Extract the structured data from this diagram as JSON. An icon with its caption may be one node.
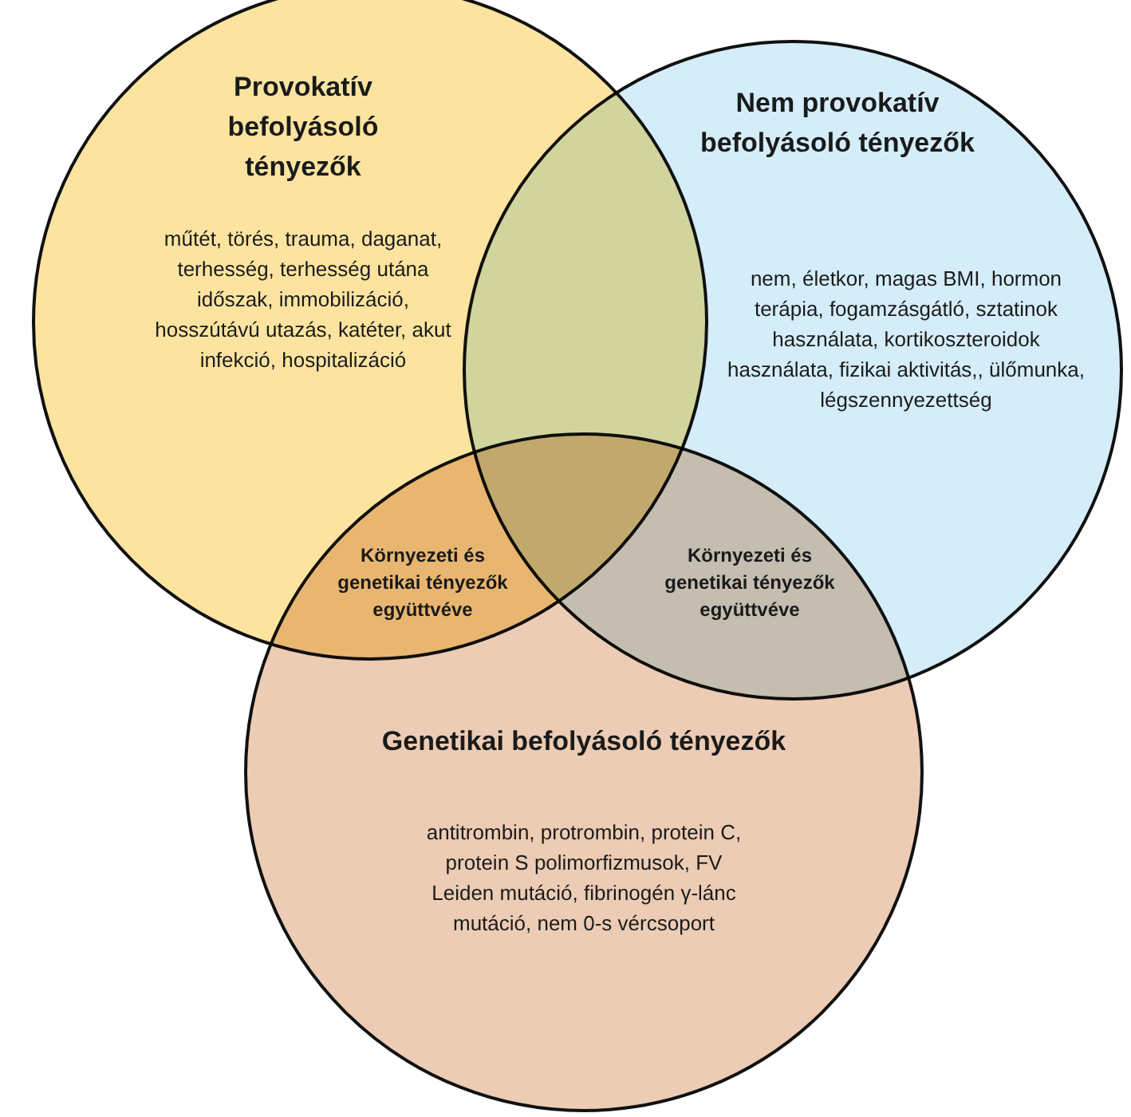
{
  "diagram": {
    "nodes": [
      {
        "text": [
          "Provokatív befolyásoló tényezők",
          "műtét, törés, trauma, daganat, terhesség, terhesség utána időszak, immobilizáció, hosszútávú utazás, katéter, akut infekció, hospitalizáció"
        ]
      },
      {
        "text": [
          "Nem provokatív befolyásoló tényezők",
          "nem, életkor, magas BMI, hormon terápia, fogamzásgátló, sztatinok használata, kortikoszteroidok használata, fizikai aktivitás,, ülőmunka, légszennyezettség"
        ]
      },
      {
        "text": [
          "Genetikai befolyásoló tényezők",
          "antitrombin, protrombin, protein C, protein S polimorfizmusok, FV Leiden mutáció, fibrinogén γ-lánc mutáció, nem 0-s vércsoport"
        ]
      },
      {
        "text": [
          "Környezeti és genetikai tényezők együttvéve"
        ]
      },
      {
        "text": [
          "Környezeti és genetikai tényezők együttvéve"
        ]
      }
    ],
    "edges": []
  }
}
